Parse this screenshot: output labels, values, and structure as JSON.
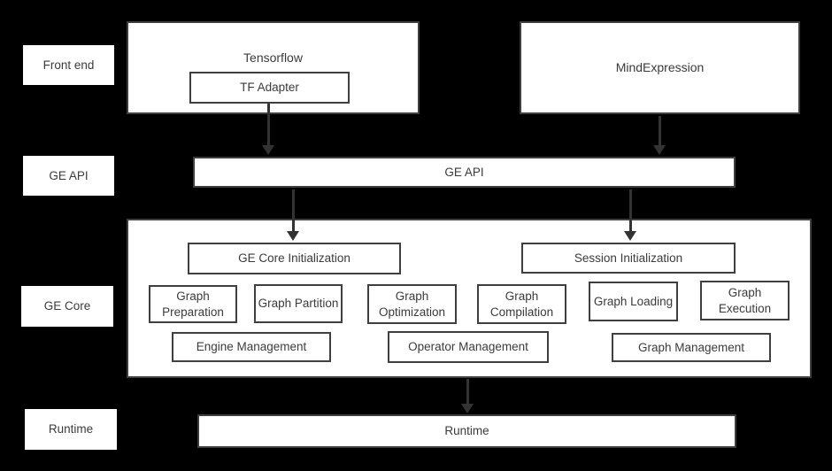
{
  "colors": {
    "background": "#000000",
    "box_fill": "#ffffff",
    "box_border": "#3f3f3f",
    "text": "#3b3b3b",
    "arrow": "#333333"
  },
  "row_labels": [
    {
      "label": "Front end"
    },
    {
      "label": "GE API"
    },
    {
      "label": "GE Core"
    },
    {
      "label": "Runtime"
    }
  ],
  "front_end": {
    "tensorflow_title": "Tensorflow",
    "tf_adapter_label": "TF Adapter",
    "mind_expression_label": "MindExpression"
  },
  "ge_api_label": "GE API",
  "ge_core": {
    "initialization": [
      {
        "label": "GE Core Initialization"
      },
      {
        "label": "Session Initialization"
      }
    ],
    "functions": [
      {
        "label": "Graph Preparation"
      },
      {
        "label": "Graph Partition"
      },
      {
        "label": "Graph Optimization"
      },
      {
        "label": "Graph Compilation"
      },
      {
        "label": "Graph Loading"
      },
      {
        "label": "Graph Execution"
      }
    ],
    "management": [
      {
        "label": "Engine Management"
      },
      {
        "label": "Operator Management"
      },
      {
        "label": "Graph Management"
      }
    ]
  },
  "runtime_label": "Runtime",
  "edges": [
    {
      "from": "tf-adapter",
      "to": "ge-api"
    },
    {
      "from": "mind-expression",
      "to": "ge-api"
    },
    {
      "from": "ge-api",
      "to": "ge-core-initialization"
    },
    {
      "from": "ge-api",
      "to": "session-initialization"
    },
    {
      "from": "ge-core",
      "to": "runtime"
    }
  ]
}
